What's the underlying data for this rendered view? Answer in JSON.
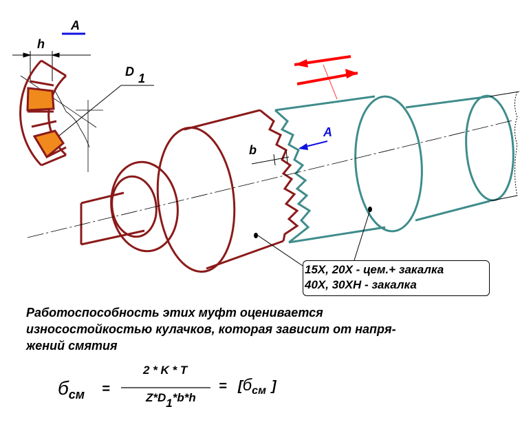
{
  "labels": {
    "view_a_top": "A",
    "view_a_arrow": "A",
    "h": "h",
    "d": "D",
    "d_sub": "1",
    "b": "b"
  },
  "materials_note": {
    "line1": "15X,  20X - цем.+ закалка",
    "line2": "40X,  30XH - закалка"
  },
  "paragraph": {
    "line1": "Работоспособность этих муфт оценивается",
    "line2": "износостойкостью кулачков, которая зависит  от напря-",
    "line3": "жений смятия"
  },
  "formula": {
    "lhs_symbol": "б",
    "lhs_sub": "см",
    "equals1": "=",
    "numerator": "2 * K * T",
    "denominator_pre": "Z*D",
    "denominator_sub": "1",
    "denominator_post": "*b*h",
    "equals2": "=",
    "rhs_open": "[",
    "rhs_symbol": "б",
    "rhs_sub": "см",
    "rhs_close": "]"
  },
  "colors": {
    "left_half": "#8b1a1a",
    "right_half": "#3f8c8c",
    "highlight": "#f08a1c",
    "arrow_red": "#ff0000",
    "arrow_blue": "#1010e0"
  }
}
